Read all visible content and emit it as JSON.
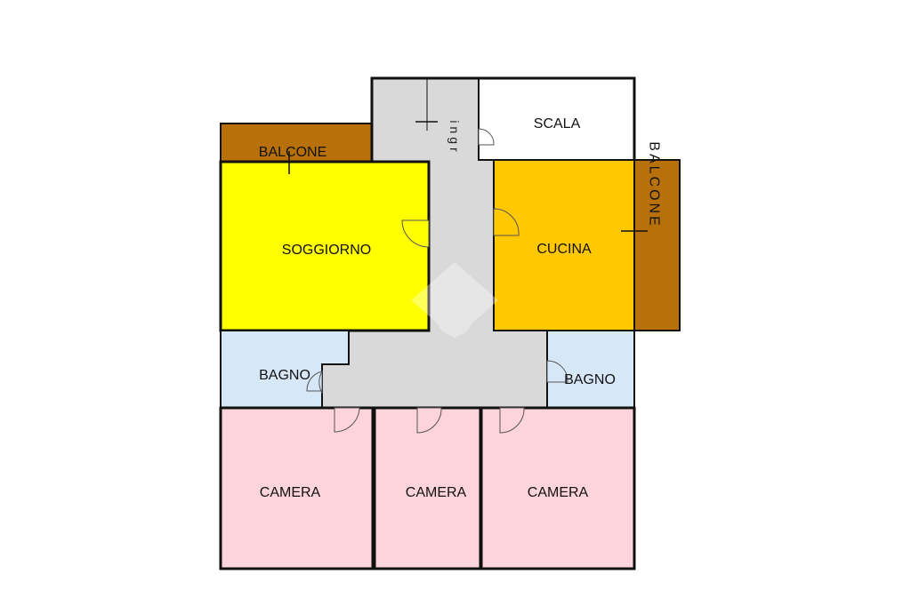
{
  "colors": {
    "background": "#ffffff",
    "wall": "#111111",
    "corridor": "#d9d9d9",
    "balcony": "#b8710a",
    "living": "#ffff00",
    "kitchen": "#ffc800",
    "bath": "#d6e7f7",
    "bedroom": "#fdd3dc",
    "stair": "#ffffff"
  },
  "rooms": {
    "balcone_top": "BALCONE",
    "scala": "SCALA",
    "ingresso": "ingr",
    "soggiorno": "SOGGIORNO",
    "cucina": "CUCINA",
    "balcone_side": "BALCONE",
    "bagno_left": "BAGNO",
    "bagno_right": "BAGNO",
    "camera_left": "CAMERA",
    "camera_middle": "CAMERA",
    "camera_right": "CAMERA"
  },
  "watermark": {
    "icon": "house-logo-icon"
  }
}
